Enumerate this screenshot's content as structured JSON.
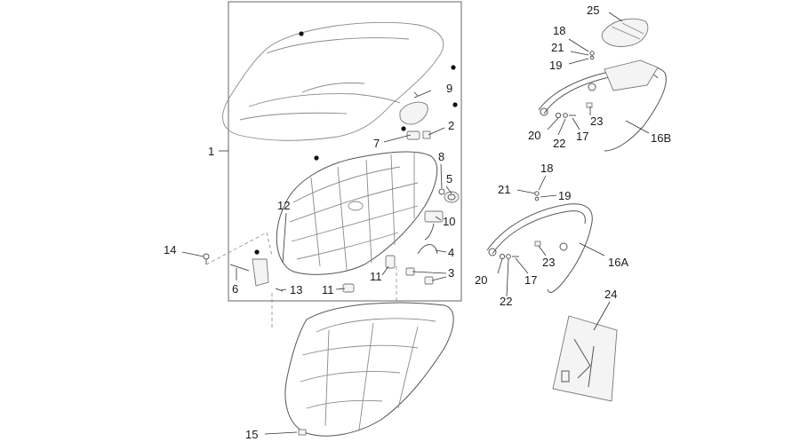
{
  "labels": {
    "p1": "1",
    "p2": "2",
    "p3": "3",
    "p4": "4",
    "p5": "5",
    "p6": "6",
    "p7": "7",
    "p8": "8",
    "p9": "9",
    "p10": "10",
    "p11a": "11",
    "p11b": "11",
    "p12": "12",
    "p13": "13",
    "p14": "14",
    "p15": "15",
    "p16a": "16A",
    "p16b": "16B",
    "p17a": "17",
    "p17b": "17",
    "p18a": "18",
    "p18b": "18",
    "p19a": "19",
    "p19b": "19",
    "p20a": "20",
    "p20b": "20",
    "p21a": "21",
    "p21b": "21",
    "p22a": "22",
    "p22b": "22",
    "p23a": "23",
    "p23b": "23",
    "p24": "24",
    "p25": "25"
  }
}
